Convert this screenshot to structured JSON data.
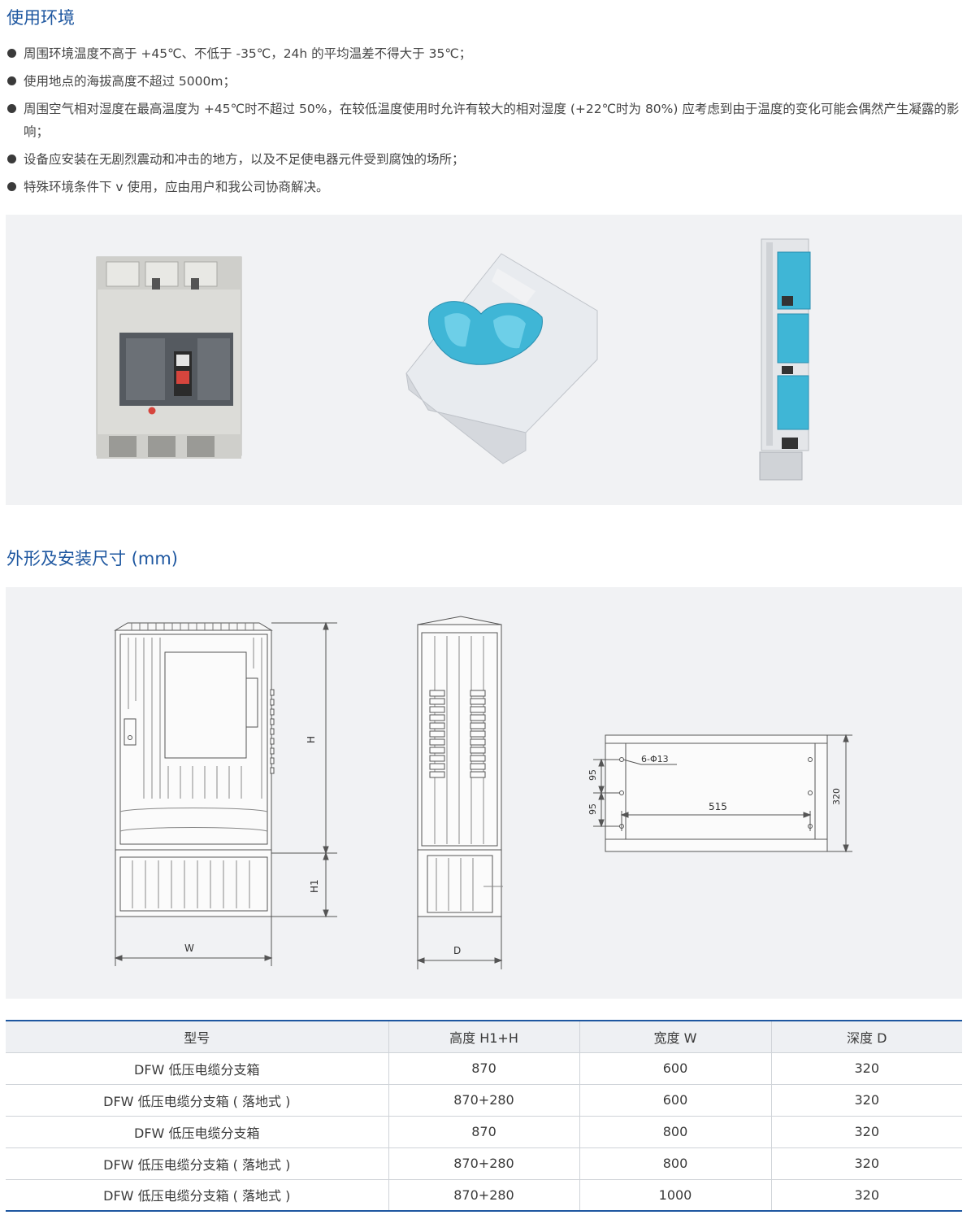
{
  "section1": {
    "title": "使用环境",
    "bullets": [
      "周围环境温度不高于 +45℃、不低于 -35℃，24h 的平均温差不得大于 35℃；",
      "使用地点的海拔高度不超过 5000m；",
      "周围空气相对湿度在最高温度为 +45℃时不超过 50%，在较低温度使用时允许有较大的相对湿度 (+22℃时为 80%) 应考虑到由于温度的变化可能会偶然产生凝露的影响；",
      "设备应安装在无剧烈震动和冲击的地方，以及不足使电器元件受到腐蚀的场所；",
      "特殊环境条件下 v 使用，应由用户和我公司协商解决。"
    ]
  },
  "section2": {
    "title": "外形及安装尺寸 (mm)"
  },
  "drawing_labels": {
    "front_h": "H",
    "front_h1": "H1",
    "front_w": "W",
    "side_d": "D",
    "base_holes": "6-Φ13",
    "base_95a": "95",
    "base_95b": "95",
    "base_515": "515",
    "base_320": "320"
  },
  "colors": {
    "accent": "#1e57a0",
    "panel": "#f1f2f4",
    "terminal_blue": "#3fb6d6"
  },
  "table": {
    "headers": [
      "型号",
      "高度 H1+H",
      "宽度 W",
      "深度 D"
    ],
    "rows": [
      [
        "DFW 低压电缆分支箱",
        "870",
        "600",
        "320"
      ],
      [
        "DFW 低压电缆分支箱 ( 落地式 )",
        "870+280",
        "600",
        "320"
      ],
      [
        "DFW 低压电缆分支箱",
        "870",
        "800",
        "320"
      ],
      [
        "DFW 低压电缆分支箱 ( 落地式 )",
        "870+280",
        "800",
        "320"
      ],
      [
        "DFW 低压电缆分支箱 ( 落地式 )",
        "870+280",
        "1000",
        "320"
      ]
    ]
  }
}
